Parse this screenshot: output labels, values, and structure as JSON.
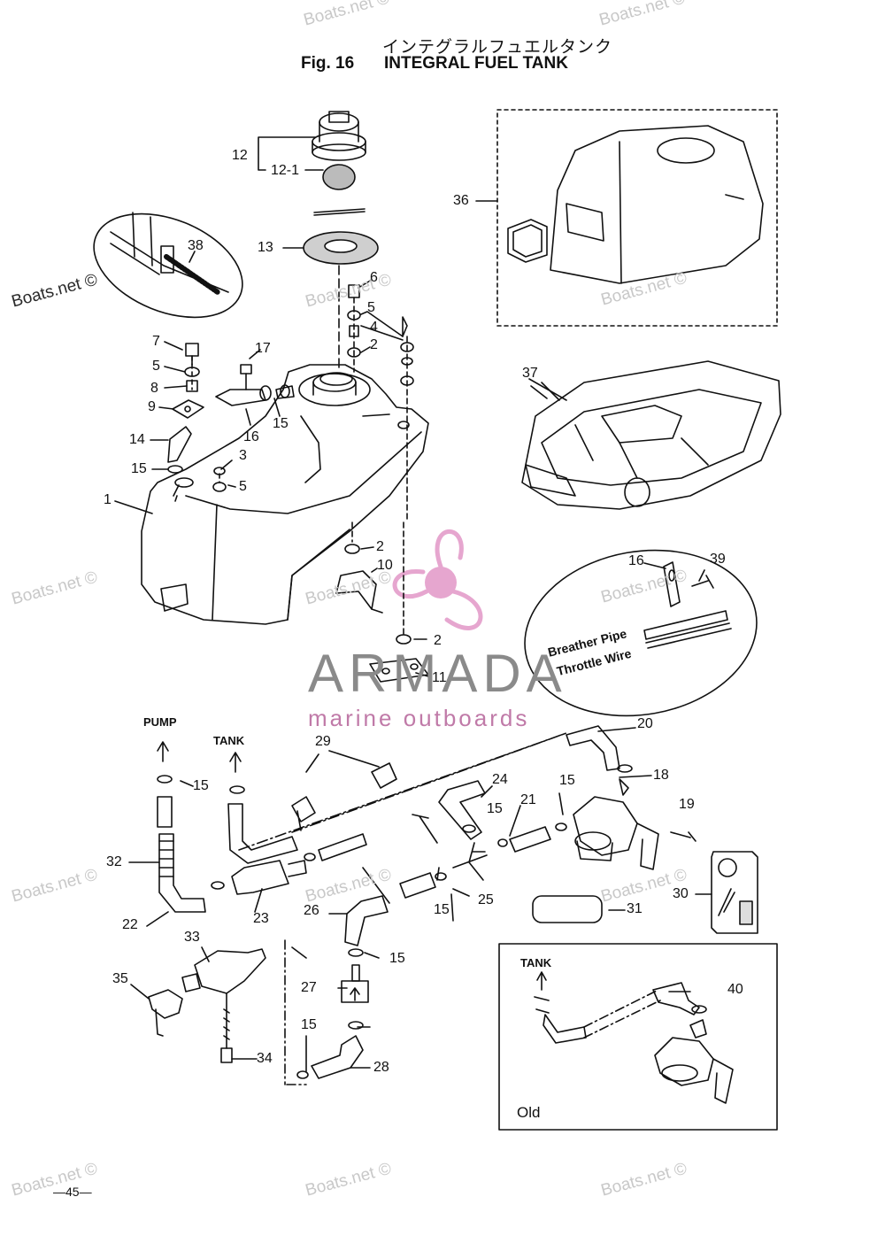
{
  "header": {
    "title_jp": "インテグラルフュエルタンク",
    "fig_number": "Fig. 16",
    "title_en": "INTEGRAL FUEL TANK"
  },
  "watermark": {
    "text": "Boats.net ©"
  },
  "brand": {
    "name": "ARMADA",
    "tagline": "marine outboards",
    "colors": {
      "name": "#8a8a8a",
      "tagline": "#c07aa8",
      "propeller": "#e6a6cf"
    }
  },
  "callouts": {
    "p1": "1",
    "p2a": "2",
    "p2b": "2",
    "p2c": "2",
    "p3": "3",
    "p4": "4",
    "p5a": "5",
    "p5b": "5",
    "p5c": "5",
    "p6": "6",
    "p7": "7",
    "p8": "8",
    "p9": "9",
    "p10": "10",
    "p11": "11",
    "p12": "12",
    "p12_1": "12-1",
    "p13": "13",
    "p14": "14",
    "p15a": "15",
    "p15b": "15",
    "p15c": "15",
    "p15d": "15",
    "p15e": "15",
    "p15f": "15",
    "p15g": "15",
    "p15h": "15",
    "p16a": "16",
    "p16b": "16",
    "p17": "17",
    "p18": "18",
    "p19": "19",
    "p20": "20",
    "p21": "21",
    "p22": "22",
    "p23": "23",
    "p24": "24",
    "p25": "25",
    "p26": "26",
    "p27": "27",
    "p28": "28",
    "p29": "29",
    "p30": "30",
    "p31": "31",
    "p32": "32",
    "p33": "33",
    "p34": "34",
    "p35": "35",
    "p36": "36",
    "p37": "37",
    "p38": "38",
    "p39": "39",
    "p40": "40"
  },
  "flow_labels": {
    "pump": "PUMP",
    "tank": "TANK",
    "tank_old": "TANK",
    "old": "Old"
  },
  "inset_notes": {
    "breather_pipe": "Breather Pipe",
    "throttle_wire": "Throttle Wire"
  },
  "footer": {
    "page": "—45—"
  }
}
